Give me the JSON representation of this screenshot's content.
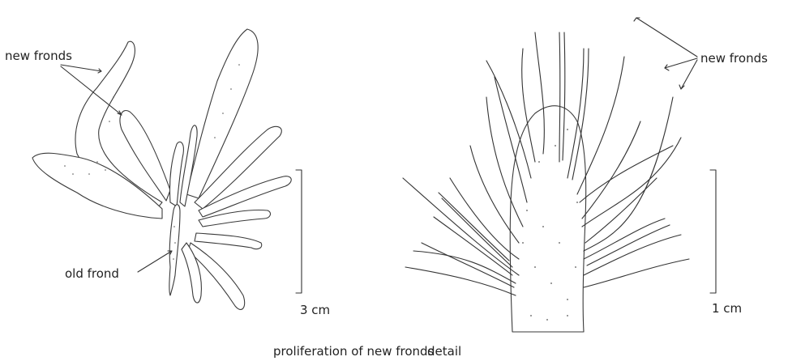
{
  "labels": {
    "new_fronds_left": "new fronds",
    "old_frond": "old frond",
    "new_fronds_right": "new fronds",
    "scale_left": "3 cm",
    "scale_right": "1 cm",
    "caption_left": "proliferation of new fronds",
    "caption_right": "detail"
  },
  "colors": {
    "ink": "#333333",
    "background": "#ffffff"
  }
}
